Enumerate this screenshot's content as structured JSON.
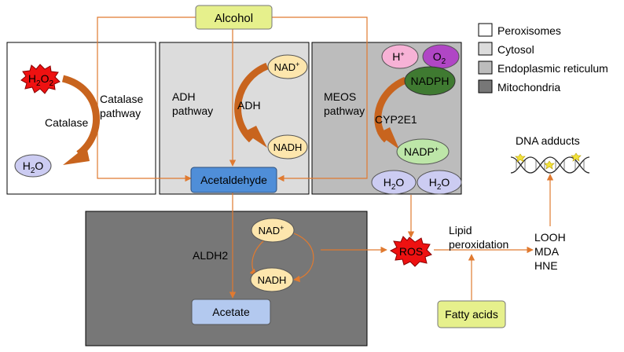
{
  "title": "",
  "legend": [
    {
      "label": "Peroxisomes",
      "color": "#ffffff"
    },
    {
      "label": "Cytosol",
      "color": "#dcdcdc"
    },
    {
      "label": "Endoplasmic reticulum",
      "color": "#bcbcbc"
    },
    {
      "label": "Mitochondria",
      "color": "#777777"
    }
  ],
  "nodes": {
    "alcohol": "Alcohol",
    "h2o2_base": "H",
    "h2o2_sub1": "2",
    "h2o2_mid": "O",
    "h2o2_sub2": "2",
    "catalase": "Catalase",
    "catalase_pathway_line1": "Catalase",
    "catalase_pathway_line2": "pathway",
    "h2o_left_base": "H",
    "h2o_left_sub": "2",
    "h2o_left_o": "O",
    "adh_pathway_line1": "ADH",
    "adh_pathway_line2": "pathway",
    "adh": "ADH",
    "nad_top_base": "NAD",
    "nad_top_sup": "+",
    "nadh_top": "NADH",
    "meos_line1": "MEOS",
    "meos_line2": "pathway",
    "cyp2e1": "CYP2E1",
    "h_plus_base": "H",
    "h_plus_sup": "+",
    "o2_base": "O",
    "o2_sub": "2",
    "nadph": "NADPH",
    "nadp_base": "NADP",
    "nadp_sup": "+",
    "h2o_er1_base": "H",
    "h2o_er1_sub": "2",
    "h2o_er1_o": "O",
    "h2o_er2_base": "H",
    "h2o_er2_sub": "2",
    "h2o_er2_o": "O",
    "acetaldehyde": "Acetaldehyde",
    "aldh2": "ALDH2",
    "nad_mito_base": "NAD",
    "nad_mito_sup": "+",
    "nadh_mito": "NADH",
    "acetate": "Acetate",
    "ros": "ROS",
    "lipid_line1": "Lipid",
    "lipid_line2": "peroxidation",
    "fatty_acids": "Fatty acids",
    "looh": "LOOH",
    "mda": "MDA",
    "hne": "HNE",
    "dna_adducts": "DNA adducts"
  },
  "colors": {
    "arrow": "#e07a30",
    "curved_arrow": "#c8641e",
    "yellow_box": "#e6f08c",
    "blue_box": "#4f8ed8",
    "light_blue": "#b3c9ef",
    "nad": "#fde6ad",
    "nadph": "#3f7a31",
    "nadp": "#bde6a8",
    "h_plus": "#f7b2d6",
    "o2": "#b046c5",
    "red": "#ee1111",
    "lavender": "#ccccf2"
  }
}
